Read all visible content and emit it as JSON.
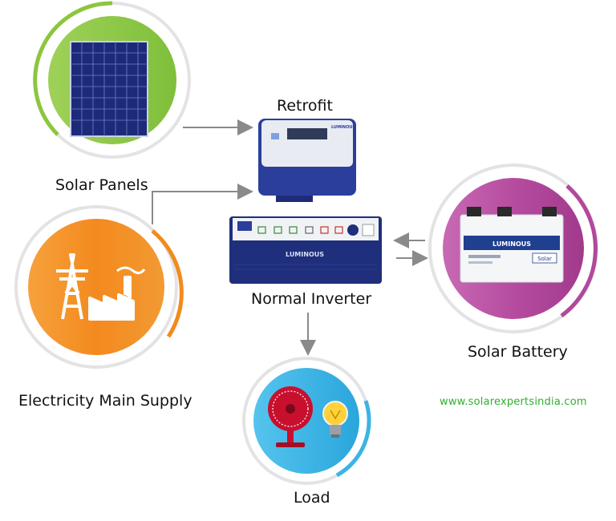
{
  "labels": {
    "solar_panels": "Solar Panels",
    "retrofit": "Retrofit",
    "normal_inverter": "Normal Inverter",
    "electricity_main_supply": "Electricity Main Supply",
    "solar_battery": "Solar Battery",
    "load": "Load"
  },
  "website": "www.solarexpertsindia.com",
  "brand": {
    "inverter_logo": "LUMINOUS",
    "battery_logo": "LUMINOUS",
    "battery_badge": "Solar"
  },
  "colors": {
    "solar_circle": "#8cc63f",
    "electricity_circle": "#f28a1e",
    "battery_circle": "#b2489b",
    "load_circle": "#3bb4e5",
    "arrow": "#8a8a8a",
    "website_text": "#2fae2f"
  },
  "icons": {
    "solar_panel": "solar-panel-icon",
    "retrofit": "retrofit-unit-icon",
    "inverter": "inverter-unit-icon",
    "power": "power-plant-icon",
    "battery": "battery-icon",
    "fan": "fan-icon",
    "bulb": "bulb-icon"
  }
}
